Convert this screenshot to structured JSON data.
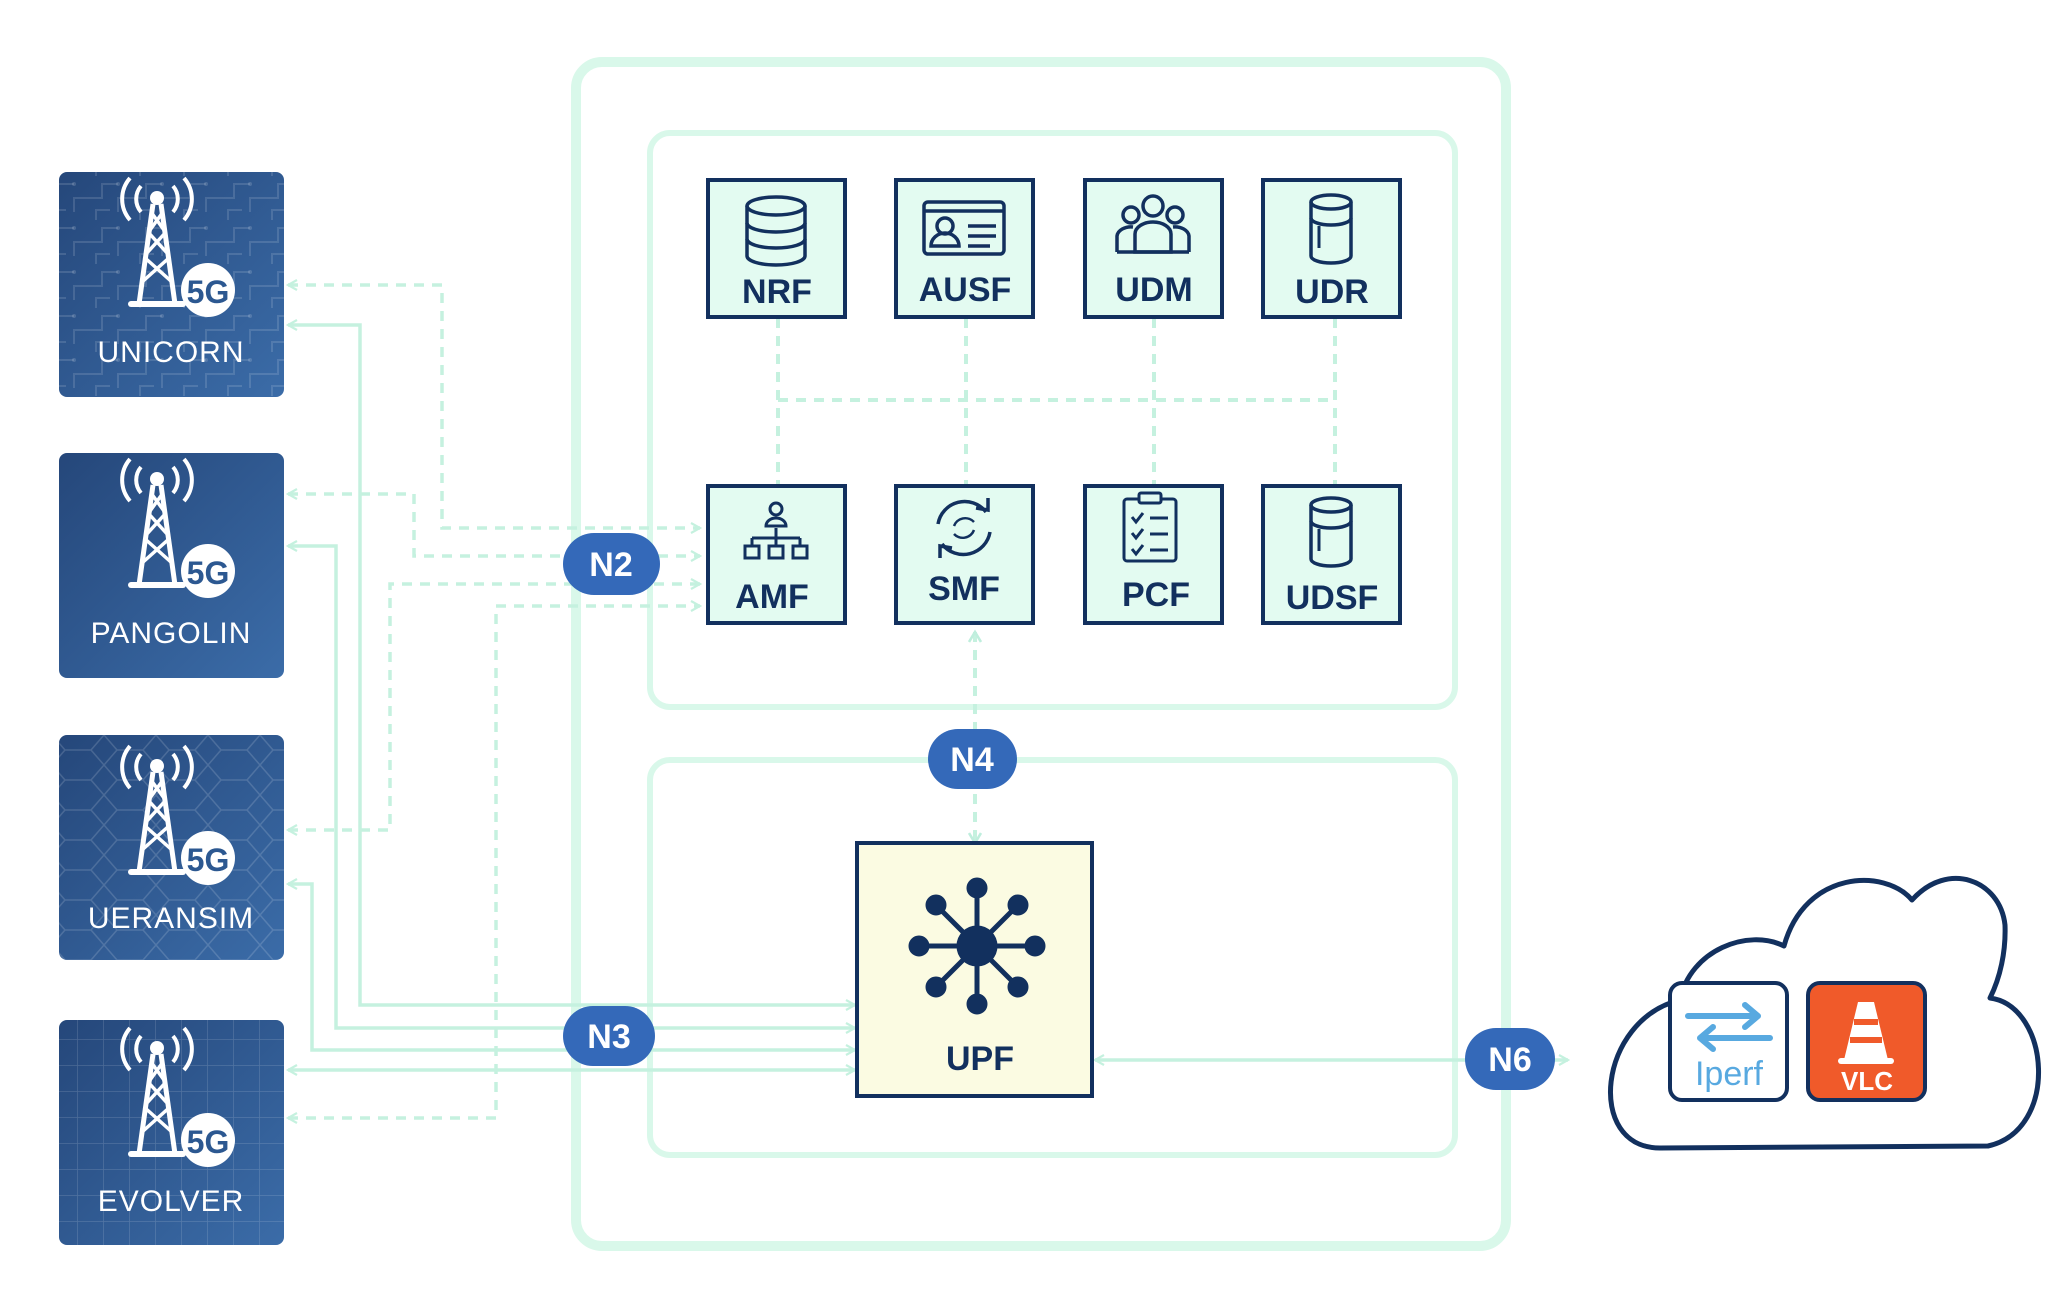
{
  "ran_nodes": [
    {
      "name": "UNICORN",
      "badge": "5G"
    },
    {
      "name": "PANGOLIN",
      "badge": "5G"
    },
    {
      "name": "UERANSIM",
      "badge": "5G"
    },
    {
      "name": "EVOLVER",
      "badge": "5G"
    }
  ],
  "control_plane": [
    {
      "label": "NRF",
      "icon": "database-icon"
    },
    {
      "label": "AUSF",
      "icon": "id-card-icon"
    },
    {
      "label": "UDM",
      "icon": "users-icon"
    },
    {
      "label": "UDR",
      "icon": "cylinder-icon"
    },
    {
      "label": "AMF",
      "icon": "hierarchy-icon"
    },
    {
      "label": "SMF",
      "icon": "sync-icon"
    },
    {
      "label": "PCF",
      "icon": "checklist-icon"
    },
    {
      "label": "UDSF",
      "icon": "cylinder-icon"
    }
  ],
  "upf": {
    "label": "UPF",
    "icon": "network-hub-icon"
  },
  "interfaces": {
    "n2": "N2",
    "n3": "N3",
    "n4": "N4",
    "n6": "N6"
  },
  "cloud_apps": {
    "iperf": "Iperf",
    "vlc": "VLC"
  },
  "colors": {
    "ran_tile": "#2c5891",
    "nf_fill": "#e3fbf1",
    "nf_border": "#12305e",
    "upf_fill": "#fbfbe2",
    "frame": "#d9f8ea",
    "link": "#c5f1df",
    "badge": "#3469b9",
    "vlc": "#f05a2a",
    "iperf_arrow": "#58a9e0"
  }
}
